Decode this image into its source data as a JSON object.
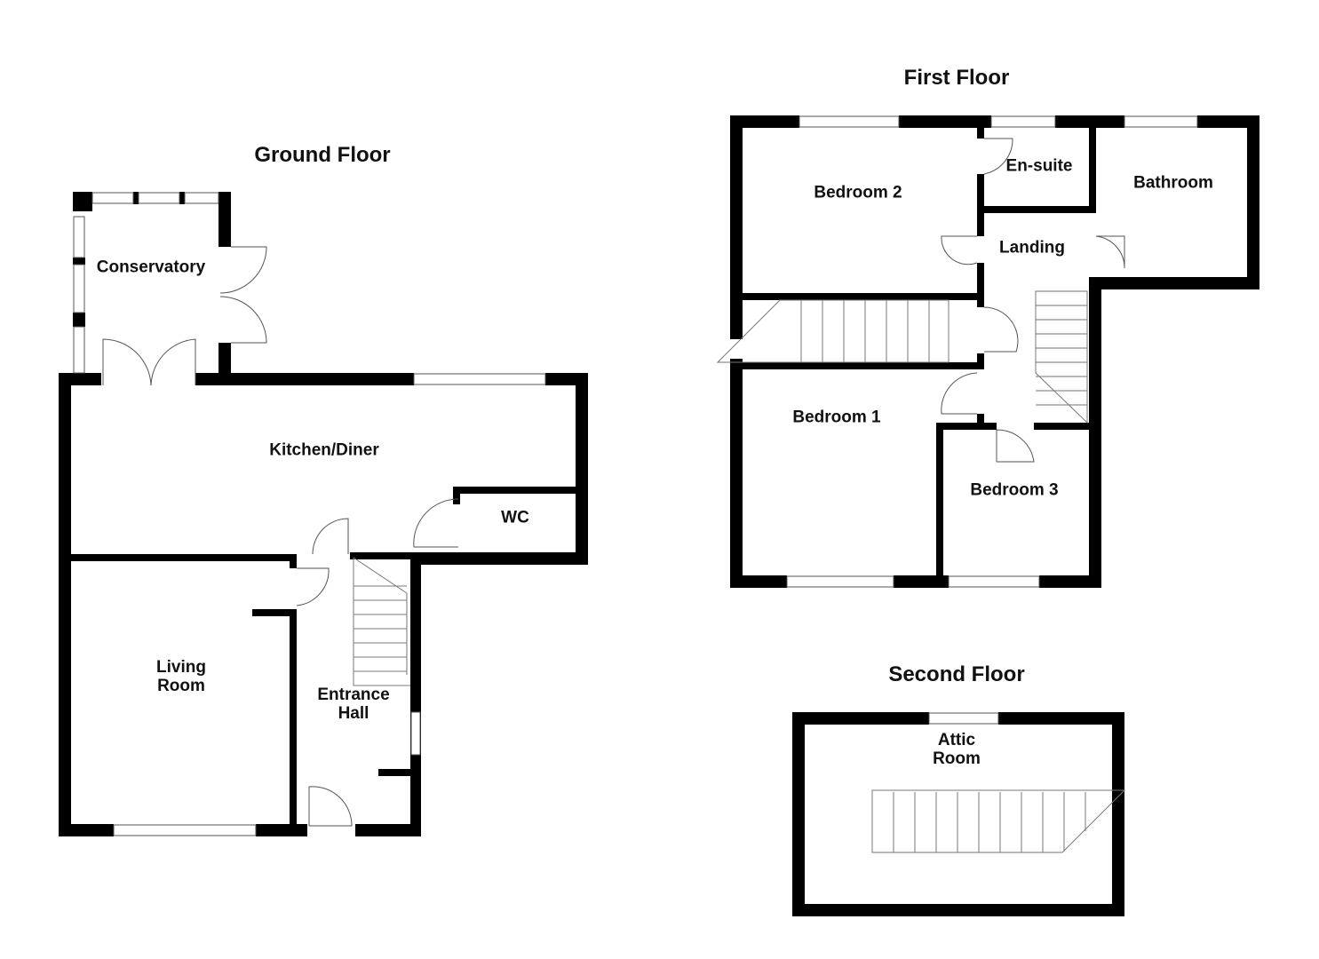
{
  "floors": {
    "ground": {
      "title": "Ground Floor",
      "rooms": {
        "conservatory": "Conservatory",
        "kitchen": "Kitchen/Diner",
        "wc": "WC",
        "living": "Living\nRoom",
        "hall": "Entrance\nHall"
      }
    },
    "first": {
      "title": "First Floor",
      "rooms": {
        "bedroom2": "Bedroom 2",
        "ensuite": "En-suite",
        "bathroom": "Bathroom",
        "landing": "Landing",
        "bedroom1": "Bedroom 1",
        "bedroom3": "Bedroom 3"
      }
    },
    "second": {
      "title": "Second Floor",
      "rooms": {
        "attic": "Attic\nRoom"
      }
    }
  },
  "colors": {
    "wall": "#000000",
    "line": "#555555",
    "background": "#ffffff"
  }
}
